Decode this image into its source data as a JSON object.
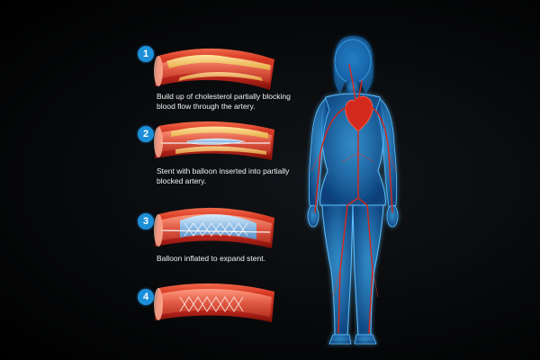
{
  "steps": [
    {
      "number": "1",
      "caption": "Build up of cholesterol partially blocking blood flow through the artery."
    },
    {
      "number": "2",
      "caption": "Stent with balloon inserted into partially blocked artery."
    },
    {
      "number": "3",
      "caption": "Balloon inflated to expand stent."
    },
    {
      "number": "4",
      "caption": ""
    }
  ],
  "colors": {
    "badge": "#1d8fd8",
    "artery": "#c8281e",
    "artery_dark": "#8a1410",
    "plaque": "#f0c060",
    "balloon": "#9fc6e8",
    "stent": "#e8eef5",
    "body_glow": "#2aa4ff",
    "background": "#000000"
  }
}
